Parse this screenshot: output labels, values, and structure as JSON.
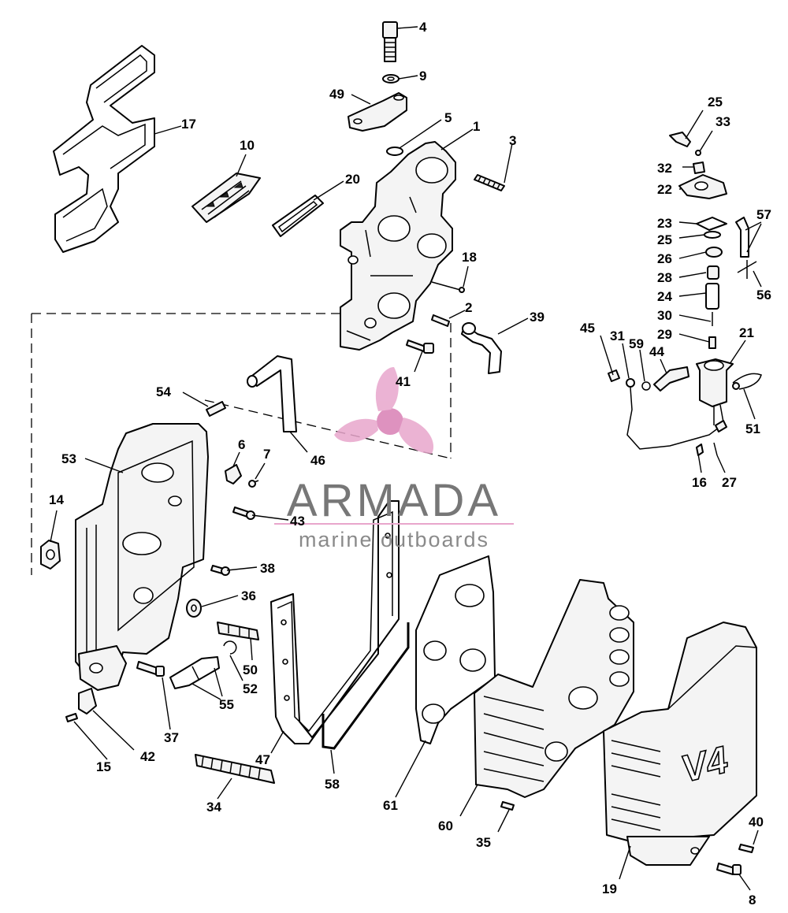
{
  "watermark": {
    "brand": "ARMADA",
    "tagline": "marine outboards",
    "logo_color": "#e8a6cc",
    "text_color": "#777777"
  },
  "emblem": {
    "text": "V4"
  },
  "callouts": {
    "c1": "1",
    "c2": "2",
    "c3": "3",
    "c4": "4",
    "c5": "5",
    "c6": "6",
    "c7": "7",
    "c8": "8",
    "c9": "9",
    "c10": "10",
    "c14": "14",
    "c15": "15",
    "c16": "16",
    "c17": "17",
    "c18": "18",
    "c19": "19",
    "c20": "20",
    "c21": "21",
    "c22": "22",
    "c23": "23",
    "c24": "24",
    "c25a": "25",
    "c25b": "25",
    "c26": "26",
    "c27": "27",
    "c28": "28",
    "c29": "29",
    "c30": "30",
    "c31": "31",
    "c32": "32",
    "c33": "33",
    "c34": "34",
    "c35": "35",
    "c36": "36",
    "c37": "37",
    "c38": "38",
    "c39": "39",
    "c40": "40",
    "c41": "41",
    "c42": "42",
    "c43": "43",
    "c44": "44",
    "c45": "45",
    "c46": "46",
    "c47": "47",
    "c49": "49",
    "c50": "50",
    "c51": "51",
    "c52": "52",
    "c53": "53",
    "c54": "54",
    "c55": "55",
    "c56": "56",
    "c57": "57",
    "c58": "58",
    "c59": "59",
    "c60": "60",
    "c61": "61"
  }
}
